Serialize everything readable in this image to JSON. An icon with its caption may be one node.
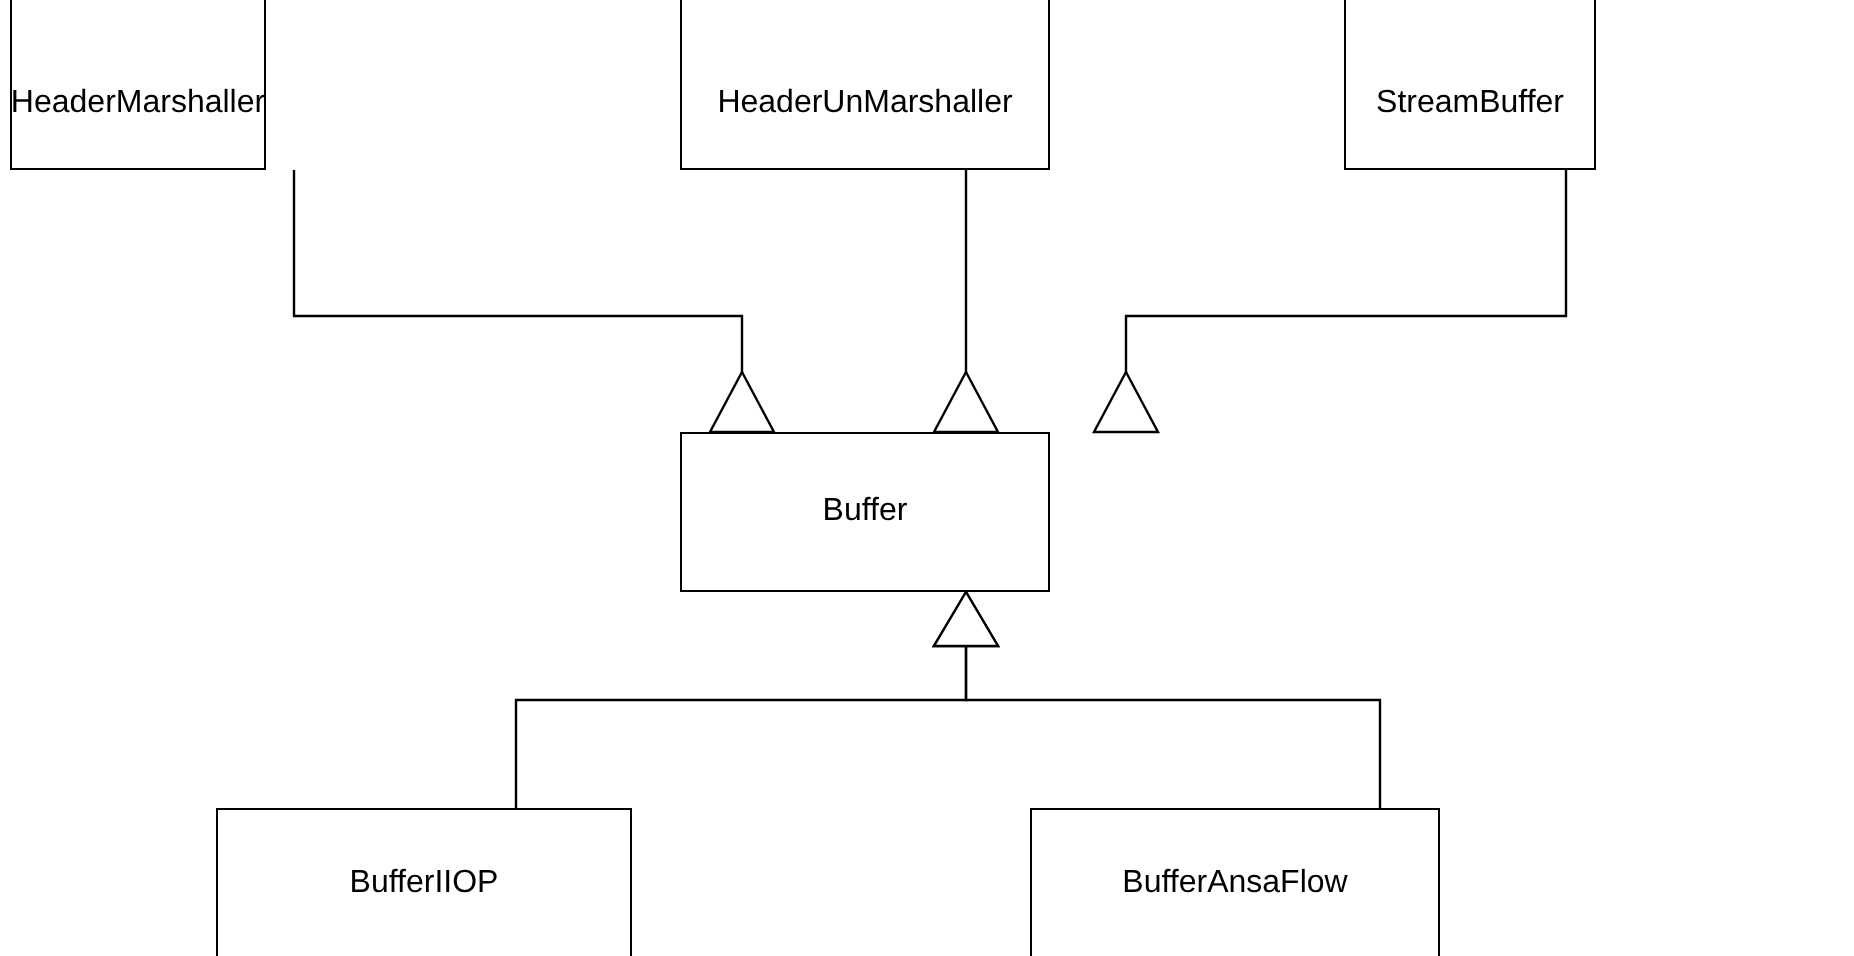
{
  "diagram": {
    "nodes": [
      {
        "text": [
          "HeaderMarshaller"
        ]
      },
      {
        "text": [
          "HeaderUnMarshaller"
        ]
      },
      {
        "text": [
          "StreamBuffer"
        ]
      },
      {
        "text": [
          "Buffer"
        ]
      },
      {
        "text": [
          "BufferIIOP"
        ]
      },
      {
        "text": [
          "BufferAnsaFlow"
        ]
      }
    ],
    "edges": [
      {
        "from": 0,
        "to": 3,
        "arrow": "other"
      },
      {
        "from": 1,
        "to": 3,
        "arrow": "other"
      },
      {
        "from": 2,
        "to": 3,
        "arrow": "other"
      },
      {
        "from": 4,
        "to": 3,
        "arrow": "to"
      },
      {
        "from": 5,
        "to": 3,
        "arrow": "to"
      }
    ]
  }
}
